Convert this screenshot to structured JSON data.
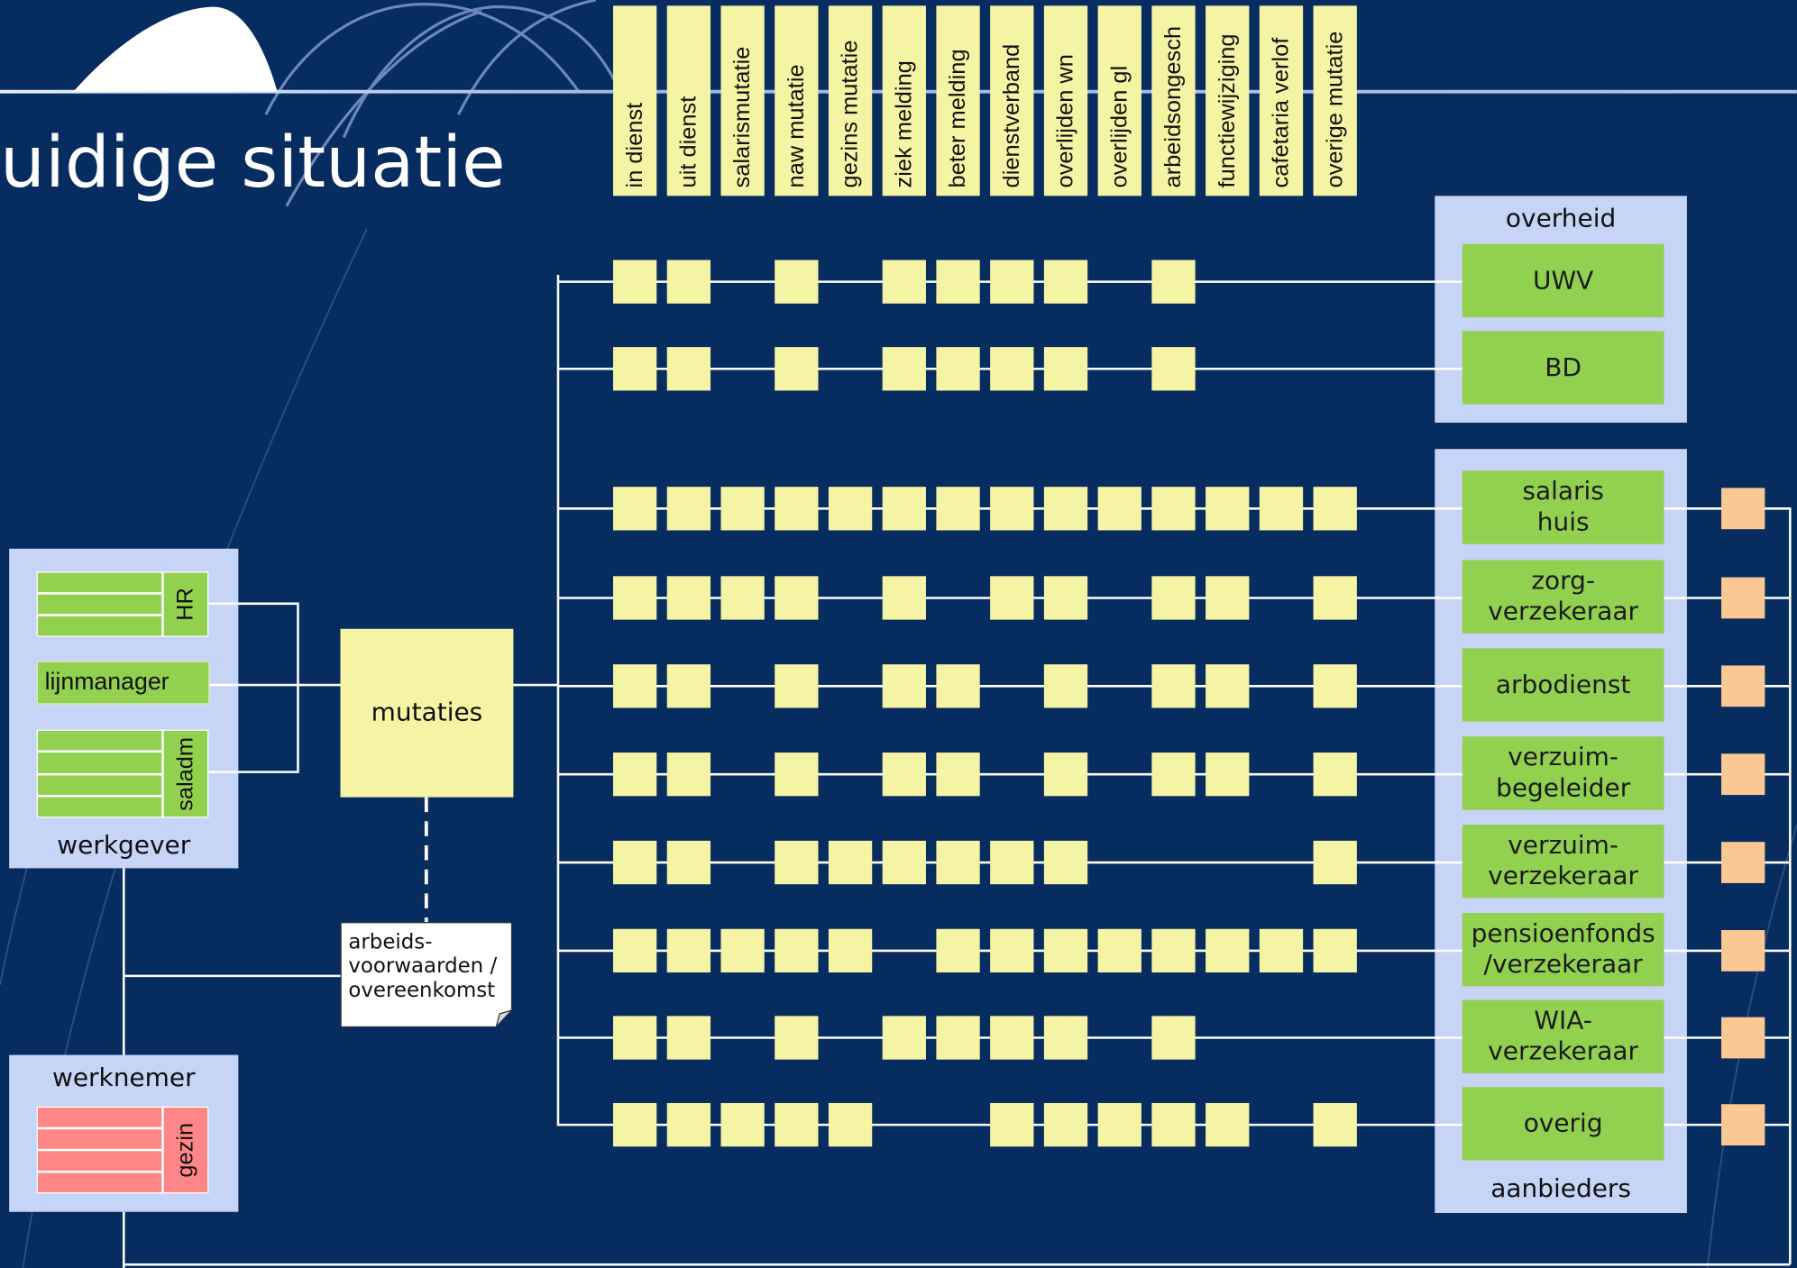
{
  "title": "uidige situatie",
  "columns": [
    "in dienst",
    "uit dienst",
    "salarismutatie",
    "naw mutatie",
    "gezins mutatie",
    "ziek melding",
    "beter melding",
    "dienstverband",
    "overlijden wn",
    "overlijden gl",
    "arbeidsongesch",
    "functiewijziging",
    "cafetaria verlof",
    "overige mutatie"
  ],
  "werkgever": {
    "label": "werkgever",
    "hr_label": "HR",
    "lijnmanager_label": "lijnmanager",
    "saladm_label": "saladm"
  },
  "werknemer": {
    "label": "werknemer",
    "gezin_label": "gezin"
  },
  "mutaties": {
    "label": "mutaties"
  },
  "note": {
    "text": "arbeids-\nvoorwaarden /\novereenkomst"
  },
  "overheid": {
    "label": "overheid",
    "parties": [
      {
        "label": "UWV",
        "mutations": [
          1,
          1,
          0,
          1,
          0,
          1,
          1,
          1,
          1,
          0,
          1,
          0,
          0,
          0
        ]
      },
      {
        "label": "BD",
        "mutations": [
          1,
          1,
          0,
          1,
          0,
          1,
          1,
          1,
          1,
          0,
          1,
          0,
          0,
          0
        ]
      }
    ]
  },
  "aanbieders": {
    "label": "aanbieders",
    "parties": [
      {
        "label": "salaris\nhuis",
        "mutations": [
          1,
          1,
          1,
          1,
          1,
          1,
          1,
          1,
          1,
          1,
          1,
          1,
          1,
          1
        ]
      },
      {
        "label": "zorg-\nverzekeraar",
        "mutations": [
          1,
          1,
          1,
          1,
          0,
          1,
          0,
          1,
          1,
          0,
          1,
          1,
          0,
          1
        ]
      },
      {
        "label": "arbodienst",
        "mutations": [
          1,
          1,
          0,
          1,
          0,
          1,
          1,
          0,
          1,
          0,
          1,
          1,
          0,
          1
        ]
      },
      {
        "label": "verzuim-\nbegeleider",
        "mutations": [
          1,
          1,
          0,
          1,
          0,
          1,
          1,
          0,
          1,
          0,
          1,
          1,
          0,
          1
        ]
      },
      {
        "label": "verzuim-\nverzekeraar",
        "mutations": [
          1,
          1,
          0,
          1,
          1,
          1,
          1,
          1,
          1,
          0,
          0,
          0,
          0,
          1
        ]
      },
      {
        "label": "pensioenfonds\n/verzekeraar",
        "mutations": [
          1,
          1,
          1,
          1,
          1,
          0,
          1,
          1,
          1,
          1,
          1,
          1,
          1,
          1
        ]
      },
      {
        "label": "WIA-\nverzekeraar",
        "mutations": [
          1,
          1,
          0,
          1,
          0,
          1,
          1,
          1,
          1,
          0,
          1,
          0,
          0,
          0
        ]
      },
      {
        "label": "overig",
        "mutations": [
          1,
          1,
          1,
          1,
          1,
          0,
          0,
          1,
          1,
          1,
          1,
          1,
          0,
          1
        ]
      }
    ]
  },
  "colors": {
    "background": "#072c5f",
    "mutation_yellow": "#f5f3a4",
    "container_blue": "#c6d4f5",
    "party_green": "#92d050",
    "marker_orange": "#fbc793",
    "gezin_red": "#fe8686",
    "line": "#ffffff"
  }
}
